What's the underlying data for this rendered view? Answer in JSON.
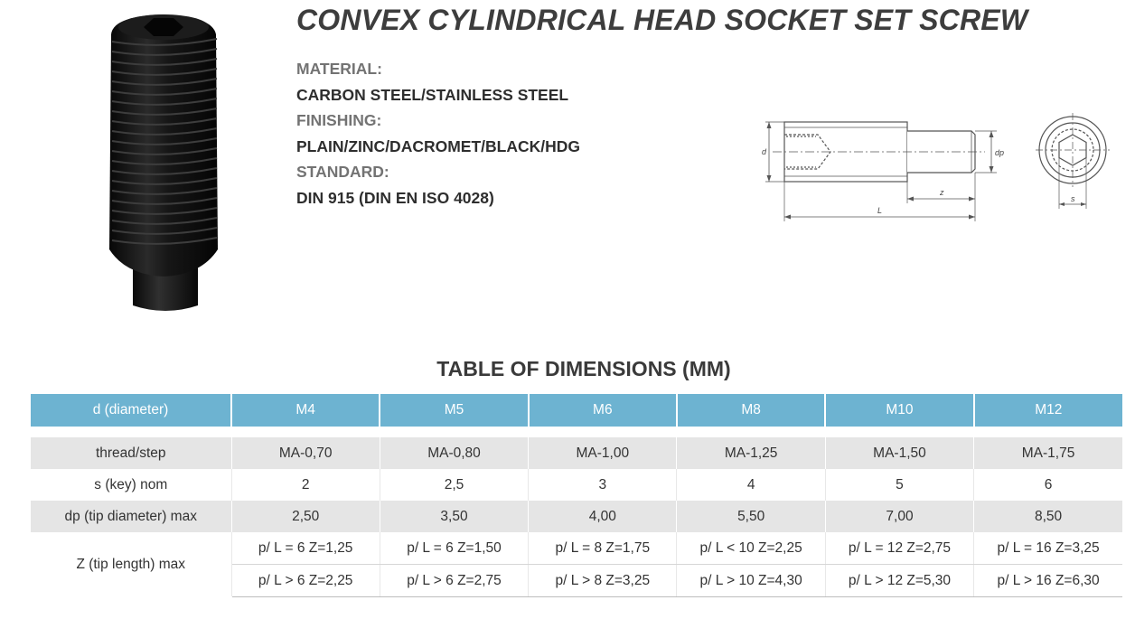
{
  "product": {
    "title": "CONVEX CYLINDRICAL HEAD SOCKET SET SCREW",
    "specs": [
      {
        "label": "MATERIAL:",
        "value": "CARBON STEEL/STAINLESS STEEL"
      },
      {
        "label": "FINISHING:",
        "value": "PLAIN/ZINC/DACROMET/BLACK/HDG"
      },
      {
        "label": "STANDARD:",
        "value": "DIN 915 (DIN EN ISO 4028)"
      }
    ]
  },
  "drawing": {
    "labels": {
      "d": "d",
      "dp": "dp",
      "z": "z",
      "L": "L",
      "s": "s"
    }
  },
  "table": {
    "title": "TABLE OF DIMENSIONS (MM)",
    "header": [
      "d (diameter)",
      "M4",
      "M5",
      "M6",
      "M8",
      "M10",
      "M12"
    ],
    "rows": [
      {
        "label": "thread/step",
        "values": [
          "MA-0,70",
          "MA-0,80",
          "MA-1,00",
          "MA-1,25",
          "MA-1,50",
          "MA-1,75"
        ]
      },
      {
        "label": "s (key) nom",
        "values": [
          "2",
          "2,5",
          "3",
          "4",
          "5",
          "6"
        ]
      },
      {
        "label": "dp (tip diameter) max",
        "values": [
          "2,50",
          "3,50",
          "4,00",
          "5,50",
          "7,00",
          "8,50"
        ]
      }
    ],
    "z_row": {
      "label": "Z (tip length) max",
      "line1": [
        "p/ L = 6 Z=1,25",
        "p/ L = 6 Z=1,50",
        "p/ L = 8 Z=1,75",
        "p/ L < 10 Z=2,25",
        "p/ L = 12 Z=2,75",
        "p/ L = 16 Z=3,25"
      ],
      "line2": [
        "p/ L > 6 Z=2,25",
        "p/ L > 6 Z=2,75",
        "p/ L > 8 Z=3,25",
        "p/ L > 10 Z=4,30",
        "p/ L > 12 Z=5,30",
        "p/ L > 16 Z=6,30"
      ]
    }
  }
}
